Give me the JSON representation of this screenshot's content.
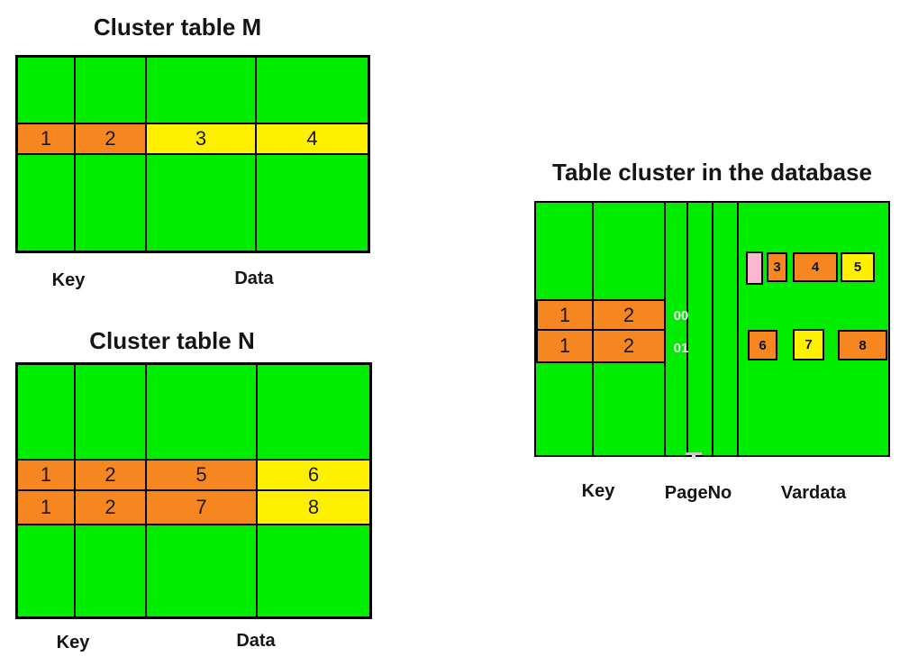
{
  "colors": {
    "green": "#00ED00",
    "orange": "#F6861F",
    "yellow": "#FFF000",
    "pink": "#F9B7D2"
  },
  "table_m": {
    "title": "Cluster table M",
    "cells": [
      {
        "label": "1",
        "color": "orange"
      },
      {
        "label": "2",
        "color": "orange"
      },
      {
        "label": "3",
        "color": "yellow"
      },
      {
        "label": "4",
        "color": "yellow"
      }
    ],
    "label_key": "Key",
    "label_data": "Data"
  },
  "table_n": {
    "title": "Cluster table N",
    "rows": [
      [
        {
          "label": "1",
          "color": "orange"
        },
        {
          "label": "2",
          "color": "orange"
        },
        {
          "label": "5",
          "color": "orange"
        },
        {
          "label": "6",
          "color": "yellow"
        }
      ],
      [
        {
          "label": "1",
          "color": "orange"
        },
        {
          "label": "2",
          "color": "orange"
        },
        {
          "label": "7",
          "color": "orange"
        },
        {
          "label": "8",
          "color": "yellow"
        }
      ]
    ],
    "label_key": "Key",
    "label_data": "Data"
  },
  "db_cluster": {
    "title": "Table cluster in the database",
    "key_rows": [
      [
        "1",
        "2"
      ],
      [
        "1",
        "2"
      ]
    ],
    "page_nos": [
      "00",
      "01"
    ],
    "vardata_top": [
      {
        "label": "",
        "color": "pink"
      },
      {
        "label": "3",
        "color": "orange"
      },
      {
        "label": "4",
        "color": "orange"
      },
      {
        "label": "5",
        "color": "yellow"
      }
    ],
    "vardata_bottom": [
      {
        "label": "6",
        "color": "orange"
      },
      {
        "label": "7",
        "color": "yellow"
      },
      {
        "label": "8",
        "color": "orange"
      }
    ],
    "label_key": "Key",
    "label_pageno": "PageNo",
    "label_vardata": "Vardata"
  }
}
